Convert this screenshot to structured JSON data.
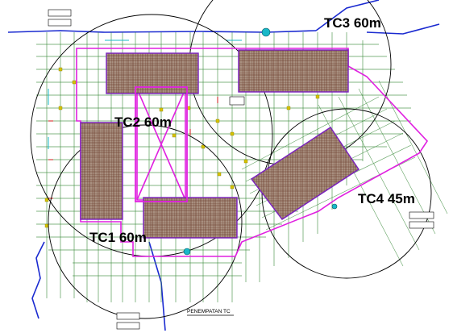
{
  "drawing": {
    "title": "PENEMPATAN TC",
    "colors": {
      "background": "#ffffff",
      "gridline": "#3a8a3a",
      "axis_line": "#2a2a2a",
      "building_outline": "#e020e0",
      "crane_boundary": "#7a1fbf",
      "crane_hatch": "#7a3a3a",
      "crane_hatch_fill": "#a89080",
      "radius_circle": "#000000",
      "service_line": "#1a2ad0",
      "accent_yellow": "#d6c400",
      "accent_red": "#d01a1a",
      "accent_cyan": "#18b8c8"
    }
  },
  "cranes": [
    {
      "id": "tc1",
      "label": "TC1 60m"
    },
    {
      "id": "tc2",
      "label": "TC2 60m"
    },
    {
      "id": "tc3",
      "label": "TC3 60m"
    },
    {
      "id": "tc4",
      "label": "TC4 45m"
    }
  ]
}
